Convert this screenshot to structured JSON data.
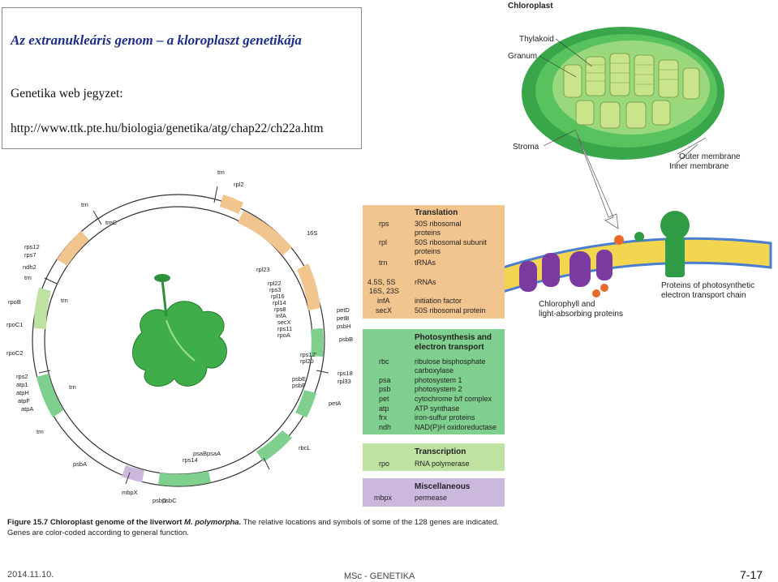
{
  "title_box": {
    "title": "Az extranukleáris genom – a kloroplaszt genetikája",
    "subtitle": "Genetika web jegyzet:",
    "url": "http://www.ttk.pte.hu/biologia/genetika/atg/chap22/ch22a.htm"
  },
  "chloroplast": {
    "heading": "Chloroplast",
    "labels": {
      "thylakoid": "Thylakoid",
      "granum": "Granum",
      "stroma": "Stroma",
      "outer": "Outer membrane",
      "inner": "Inner membrane"
    },
    "membrane_labels": {
      "chlorophyll_1": "Chlorophyll and",
      "chlorophyll_2": "light-absorbing proteins",
      "proteins_1": "Proteins of photosynthetic",
      "proteins_2": "electron transport chain"
    }
  },
  "legend": {
    "translation": {
      "heading": "Translation",
      "rows": [
        {
          "sym": "rps",
          "desc1": "30S ribosomal",
          "desc2": "proteins"
        },
        {
          "sym": "rpl",
          "desc1": "50S ribosomal subunit",
          "desc2": "proteins"
        },
        {
          "sym": "trn",
          "desc1": "tRNAs",
          "desc2": ""
        },
        {
          "sym": "4.5S, 5S",
          "desc1": "rRNAs",
          "desc2": ""
        },
        {
          "sym": "16S, 23S",
          "desc1": "",
          "desc2": ""
        },
        {
          "sym": "infA",
          "desc1": "initiation factor",
          "desc2": ""
        },
        {
          "sym": "secX",
          "desc1": "50S ribosomal protein",
          "desc2": ""
        }
      ]
    },
    "photosynthesis": {
      "heading1": "Photosynthesis and",
      "heading2": "electron transport",
      "rows": [
        {
          "sym": "rbc",
          "desc1": "ribulose bisphosphate",
          "desc2": "carboxylase"
        },
        {
          "sym": "psa",
          "desc1": "photosystem 1",
          "desc2": ""
        },
        {
          "sym": "psb",
          "desc1": "photosystem 2",
          "desc2": ""
        },
        {
          "sym": "pet",
          "desc1": "cytochrome b/f complex",
          "desc2": ""
        },
        {
          "sym": "atp",
          "desc1": "ATP synthase",
          "desc2": ""
        },
        {
          "sym": "frx",
          "desc1": "iron-sulfur proteins",
          "desc2": ""
        },
        {
          "sym": "ndh",
          "desc1": "NAD(P)H oxidoreductase",
          "desc2": ""
        }
      ]
    },
    "transcription": {
      "heading": "Transcription",
      "rows": [
        {
          "sym": "rpo",
          "desc1": "RNA polymerase"
        }
      ]
    },
    "misc": {
      "heading": "Miscellaneous",
      "rows": [
        {
          "sym": "mbpx",
          "desc1": "permease"
        }
      ]
    }
  },
  "genome_labels": {
    "rpoB": "rpoB",
    "rpoC1": "rpoC1",
    "rpoC2": "rpoC2",
    "rps12": "rps12",
    "rps7": "rps7",
    "ndh2": "ndh2",
    "rps2": "rps2",
    "atpI": "atp1",
    "atpH": "atpH",
    "atpF": "atpF",
    "atpA": "atpA",
    "psbA": "psbA",
    "mbpX": "mbpX",
    "psbD": "psbD",
    "psbC": "psbC",
    "psaB": "psaB",
    "psaA": "psaA",
    "rps14": "rps14",
    "petD": "petD",
    "petB": "petB",
    "psbH": "psbH",
    "psbB": "psbB",
    "petA": "petA",
    "rbcL": "rbcL",
    "rps18": "rps18",
    "rpl33": "rpl33",
    "rps12b": "rps12'",
    "rpl20": "rpl20",
    "psbE": "psbE",
    "psbF": "psbF",
    "s16": "16S",
    "rpl2": "rpl2",
    "rpl23": "rpl23",
    "rpl22": "rpl22",
    "rps3": "rps3",
    "rpl16": "rpl16",
    "rpl14": "rpl14",
    "rps8": "rps8",
    "infA": "infA",
    "secX": "secX",
    "rps11": "rps11",
    "rpoA": "rpoA",
    "trn": "trn",
    "trnC": "trnC"
  },
  "caption": {
    "figure": "Figure 15.7",
    "bold_text": "Chloroplast genome of the liverwort",
    "species": "M. polymorpha.",
    "text": "The relative locations and symbols of some of the 128 genes are indicated. Genes are color-coded according to general function."
  },
  "footer": {
    "date": "2014.11.10.",
    "course": "MSc - GENETIKA",
    "page": "7-17"
  },
  "colors": {
    "translation": "#f2c48e",
    "photosynthesis": "#7fcf8f",
    "transcription": "#bfe2a2",
    "misc": "#cdb8dd",
    "title": "#1b2d86"
  }
}
